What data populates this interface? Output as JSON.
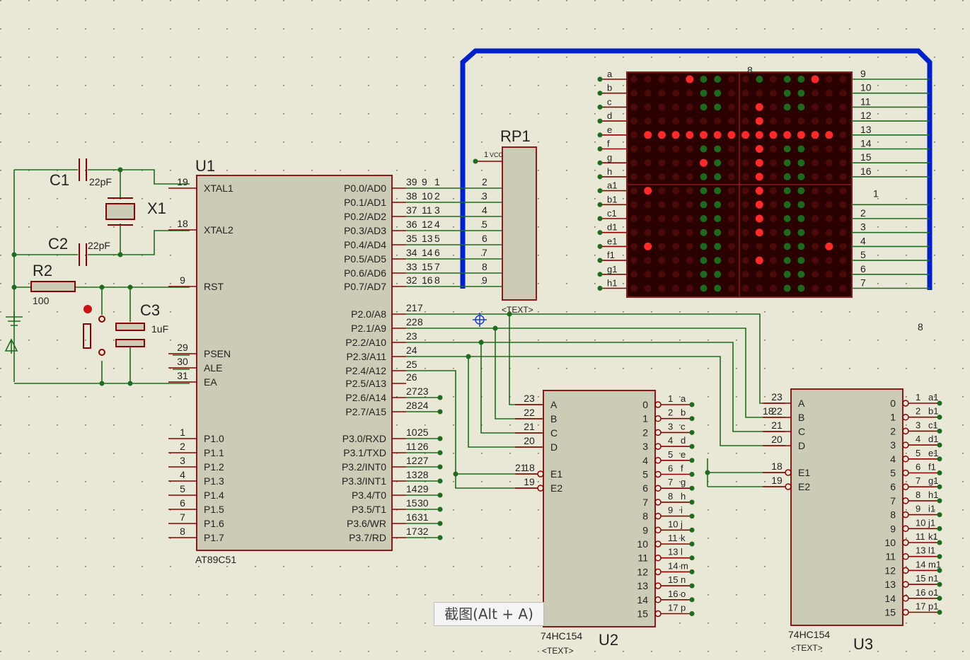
{
  "colors": {
    "background": "#e9e8d7",
    "wire": "#1f6b1f",
    "pin": "#8b0000",
    "chip_fill": "#cccbb6",
    "chip_border": "#8b1a1a",
    "bus": "#0020c8",
    "led_on": "#ff2a2a",
    "led_dim": "#4a0a0a",
    "led_green": "#1d6a1d",
    "matrix_bg": "#2a0000"
  },
  "tooltip": "截图(Alt + A)",
  "crystal": {
    "c1": "C1",
    "c2": "C2",
    "c1_val": "22pF",
    "c2_val": "22pF",
    "x1": "X1",
    "r2": "R2",
    "r2_val": "100",
    "c3": "C3",
    "c3_val": "1uF"
  },
  "u1": {
    "ref": "U1",
    "part": "AT89C51",
    "left_pins": [
      {
        "num": "19",
        "name": "XTAL1"
      },
      {
        "num": "18",
        "name": "XTAL2"
      },
      {
        "num": "9",
        "name": "RST"
      },
      {
        "num": "29",
        "name": "PSEN"
      },
      {
        "num": "30",
        "name": "ALE"
      },
      {
        "num": "31",
        "name": "EA"
      },
      {
        "num": "1",
        "name": "P1.0"
      },
      {
        "num": "2",
        "name": "P1.1"
      },
      {
        "num": "3",
        "name": "P1.2"
      },
      {
        "num": "4",
        "name": "P1.3"
      },
      {
        "num": "5",
        "name": "P1.4"
      },
      {
        "num": "6",
        "name": "P1.5"
      },
      {
        "num": "7",
        "name": "P1.6"
      },
      {
        "num": "8",
        "name": "P1.7"
      }
    ],
    "right_pins": [
      {
        "num": "39",
        "name": "P0.0/AD0",
        "net": "9",
        "net2": "1"
      },
      {
        "num": "38",
        "name": "P0.1/AD1",
        "net": "10",
        "net2": "2"
      },
      {
        "num": "37",
        "name": "P0.2/AD2",
        "net": "11",
        "net2": "3"
      },
      {
        "num": "36",
        "name": "P0.3/AD3",
        "net": "12",
        "net2": "4"
      },
      {
        "num": "35",
        "name": "P0.4/AD4",
        "net": "13",
        "net2": "5"
      },
      {
        "num": "34",
        "name": "P0.5/AD5",
        "net": "14",
        "net2": "6"
      },
      {
        "num": "33",
        "name": "P0.6/AD6",
        "net": "15",
        "net2": "7"
      },
      {
        "num": "32",
        "name": "P0.7/AD7",
        "net": "16",
        "net2": "8"
      },
      {
        "num": "21",
        "name": "P2.0/A8",
        "net": "7"
      },
      {
        "num": "22",
        "name": "P2.1/A9",
        "net": "8"
      },
      {
        "num": "23",
        "name": "P2.2/A10"
      },
      {
        "num": "24",
        "name": "P2.3/A11"
      },
      {
        "num": "25",
        "name": "P2.4/A12"
      },
      {
        "num": "26",
        "name": "P2.5/A13"
      },
      {
        "num": "27",
        "name": "P2.6/A14",
        "net": "23"
      },
      {
        "num": "28",
        "name": "P2.7/A15",
        "net": "24"
      },
      {
        "num": "10",
        "name": "P3.0/RXD",
        "net": "25"
      },
      {
        "num": "11",
        "name": "P3.1/TXD",
        "net": "26"
      },
      {
        "num": "12",
        "name": "P3.2/INT0",
        "net": "27"
      },
      {
        "num": "13",
        "name": "P3.3/INT1",
        "net": "28"
      },
      {
        "num": "14",
        "name": "P3.4/T0",
        "net": "29"
      },
      {
        "num": "15",
        "name": "P3.5/T1",
        "net": "30"
      },
      {
        "num": "16",
        "name": "P3.6/WR",
        "net": "31"
      },
      {
        "num": "17",
        "name": "P3.7/RD",
        "net": "32"
      }
    ]
  },
  "rp1": {
    "ref": "RP1",
    "pin1": "1",
    "vcc": "VCC",
    "text": "<TEXT>",
    "pins": [
      "2",
      "3",
      "4",
      "5",
      "6",
      "7",
      "8",
      "9"
    ]
  },
  "u2": {
    "ref": "U2",
    "part": "74HC154",
    "text": "<TEXT>",
    "inputs": [
      {
        "num": "23",
        "name": "A"
      },
      {
        "num": "22",
        "name": "B"
      },
      {
        "num": "21",
        "name": "C"
      },
      {
        "num": "20",
        "name": "D"
      },
      {
        "num": "18",
        "name": "E1",
        "net": "21"
      },
      {
        "num": "19",
        "name": "E2"
      }
    ],
    "outputs": [
      "0",
      "1",
      "2",
      "3",
      "4",
      "5",
      "6",
      "7",
      "8",
      "9",
      "10",
      "11",
      "12",
      "13",
      "14",
      "15"
    ],
    "out_pins": [
      "1",
      "2",
      "3",
      "4",
      "5",
      "6",
      "7",
      "8",
      "9",
      "10",
      "11",
      "13",
      "14",
      "15",
      "16",
      "17"
    ],
    "out_nets": [
      "a",
      "b",
      "c",
      "d",
      "e",
      "f",
      "g",
      "h",
      "i",
      "j",
      "k",
      "l",
      "m",
      "n",
      "o",
      "p"
    ]
  },
  "u3": {
    "ref": "U3",
    "part": "74HC154",
    "text": "<TEXT>",
    "inputs": [
      {
        "num": "23",
        "name": "A"
      },
      {
        "num": "22",
        "name": "B",
        "net": "18"
      },
      {
        "num": "21",
        "name": "C"
      },
      {
        "num": "20",
        "name": "D"
      },
      {
        "num": "18",
        "name": "E1"
      },
      {
        "num": "19",
        "name": "E2"
      }
    ],
    "outputs": [
      "0",
      "1",
      "2",
      "3",
      "4",
      "5",
      "6",
      "7",
      "8",
      "9",
      "10",
      "11",
      "12",
      "13",
      "14",
      "15"
    ],
    "out_pins": [
      "1",
      "2",
      "3",
      "4",
      "5",
      "6",
      "7",
      "8",
      "9",
      "10",
      "11",
      "13",
      "14",
      "15",
      "16",
      "17"
    ],
    "out_nets": [
      "a1",
      "b1",
      "c1",
      "d1",
      "e1",
      "f1",
      "g1",
      "h1",
      "i1",
      "j1",
      "k1",
      "l1",
      "m1",
      "n1",
      "o1",
      "p1"
    ]
  },
  "matrix": {
    "row_labels": [
      "a",
      "b",
      "c",
      "d",
      "e",
      "f",
      "g",
      "h",
      "a1",
      "b1",
      "c1",
      "d1",
      "e1",
      "f1",
      "g1",
      "h1"
    ],
    "right_labels": [
      "9",
      "10",
      "11",
      "12",
      "13",
      "14",
      "15",
      "16",
      "1",
      "2",
      "3",
      "4",
      "5",
      "6",
      "7"
    ],
    "top_label": "8",
    "stray_label": "8",
    "pattern": [
      "0000100000000100",
      "0000000000000000",
      "0000000001000000",
      "0000000001000000",
      "0111111111111110",
      "0000000001000000",
      "0000010001000000",
      "0000000001000000",
      "0100000001000000",
      "0000000001000000",
      "0000000001000000",
      "0000000001000000",
      "0100000000000010",
      "0000000001000000",
      "0000000000000000",
      "0000000000000000"
    ],
    "green_pattern": [
      "0000011001011000",
      "0000011000011000",
      "0000011000011000",
      "0000000001000000",
      "0000011000011000",
      "0000011000011000",
      "0000011000011000",
      "0000011000011000",
      "0000011000011000",
      "0000011000011000",
      "0000011000011000",
      "0000011000011000",
      "0000011000011000",
      "0000011000011000",
      "0000011000011000",
      "0000011000011000"
    ]
  }
}
